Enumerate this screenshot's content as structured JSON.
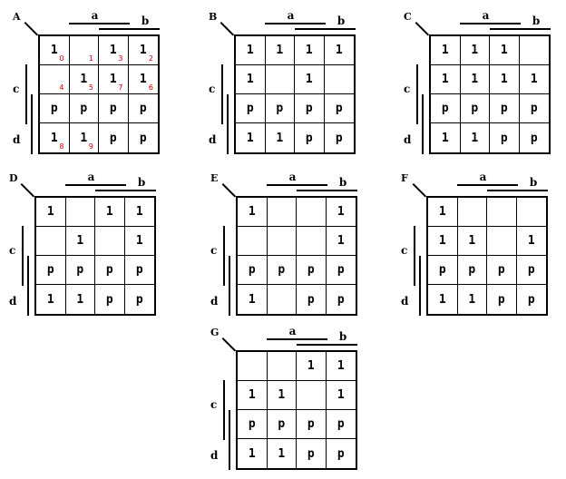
{
  "var_labels": {
    "a": "a",
    "b": "b",
    "c": "c",
    "d": "d"
  },
  "cell_index_color": "#cc0000",
  "maps": [
    {
      "label": "A",
      "rows": [
        [
          "1",
          "",
          "1",
          "1"
        ],
        [
          "",
          "1",
          "1",
          "1"
        ],
        [
          "p",
          "p",
          "p",
          "p"
        ],
        [
          "1",
          "1",
          "p",
          "p"
        ]
      ],
      "indices": [
        [
          "0",
          "1",
          "3",
          "2"
        ],
        [
          "4",
          "5",
          "7",
          "6"
        ],
        [
          "",
          "",
          "",
          ""
        ],
        [
          "8",
          "9",
          "",
          ""
        ]
      ]
    },
    {
      "label": "B",
      "rows": [
        [
          "1",
          "1",
          "1",
          "1"
        ],
        [
          "1",
          "",
          "1",
          ""
        ],
        [
          "p",
          "p",
          "p",
          "p"
        ],
        [
          "1",
          "1",
          "p",
          "p"
        ]
      ]
    },
    {
      "label": "C",
      "rows": [
        [
          "1",
          "1",
          "1",
          ""
        ],
        [
          "1",
          "1",
          "1",
          "1"
        ],
        [
          "p",
          "p",
          "p",
          "p"
        ],
        [
          "1",
          "1",
          "p",
          "p"
        ]
      ]
    },
    {
      "label": "D",
      "rows": [
        [
          "1",
          "",
          "1",
          "1"
        ],
        [
          "",
          "1",
          "",
          "1"
        ],
        [
          "p",
          "p",
          "p",
          "p"
        ],
        [
          "1",
          "1",
          "p",
          "p"
        ]
      ]
    },
    {
      "label": "E",
      "rows": [
        [
          "1",
          "",
          "",
          "1"
        ],
        [
          "",
          "",
          "",
          "1"
        ],
        [
          "p",
          "p",
          "p",
          "p"
        ],
        [
          "1",
          "",
          "p",
          "p"
        ]
      ]
    },
    {
      "label": "F",
      "rows": [
        [
          "1",
          "",
          "",
          ""
        ],
        [
          "1",
          "1",
          "",
          "1"
        ],
        [
          "p",
          "p",
          "p",
          "p"
        ],
        [
          "1",
          "1",
          "p",
          "p"
        ]
      ]
    },
    {
      "label": "G",
      "rows": [
        [
          "",
          "",
          "1",
          "1"
        ],
        [
          "1",
          "1",
          "",
          "1"
        ],
        [
          "p",
          "p",
          "p",
          "p"
        ],
        [
          "1",
          "1",
          "p",
          "p"
        ]
      ]
    }
  ]
}
